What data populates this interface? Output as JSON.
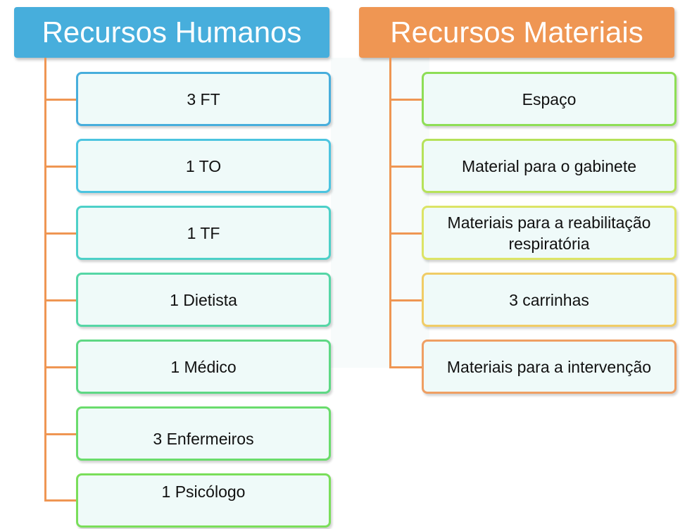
{
  "left_column": {
    "header": "Recursos Humanos",
    "header_color": "#47aedc",
    "items": [
      {
        "label": "3 FT",
        "border": "#47aedc"
      },
      {
        "label": "1 TO",
        "border": "#4cc4e0"
      },
      {
        "label": "1 TF",
        "border": "#4dd0c8"
      },
      {
        "label": "1 Dietista",
        "border": "#55d6a6"
      },
      {
        "label": "1 Médico",
        "border": "#5ed884"
      },
      {
        "label": "3 Enfermeiros",
        "border": "#6adc6c"
      },
      {
        "label": "1 Psicólogo",
        "border": "#7ade5a"
      }
    ]
  },
  "right_column": {
    "header": "Recursos Materiais",
    "header_color": "#ef9653",
    "items": [
      {
        "label": "Espaço",
        "border": "#8ede56"
      },
      {
        "label": "Material para o gabinete",
        "border": "#b6e25a"
      },
      {
        "label": "Materiais para a reabilitação respiratória",
        "border": "#dce466"
      },
      {
        "label": "3 carrinhas",
        "border": "#f0cc66"
      },
      {
        "label": "Materiais para a intervenção",
        "border": "#ef9f63"
      }
    ]
  },
  "connector_color": "#ef9653"
}
